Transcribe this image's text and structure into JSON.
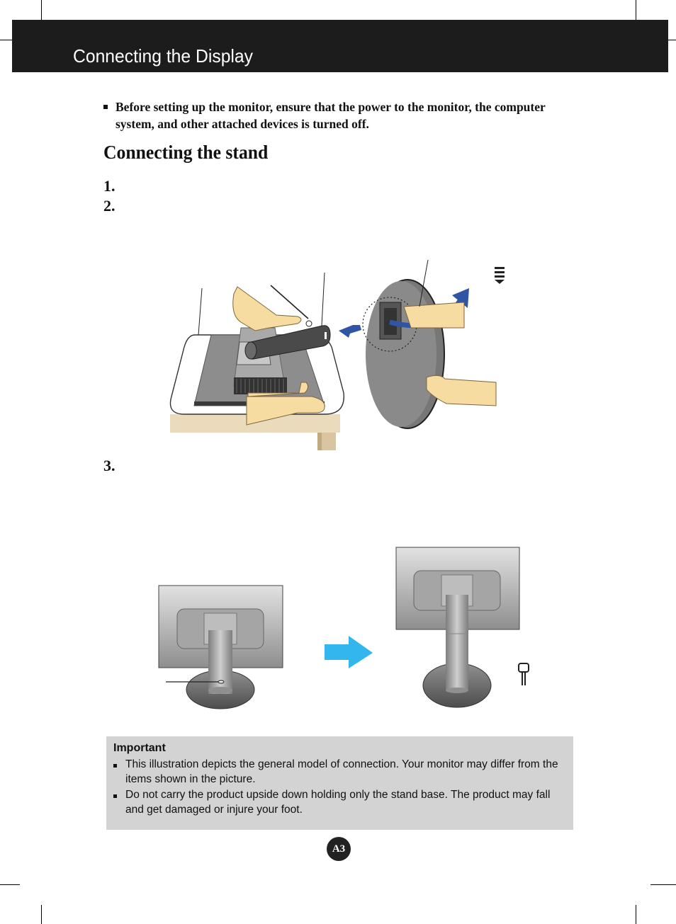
{
  "header": {
    "title": "Connecting the Display"
  },
  "intro": {
    "text": "Before setting up the monitor, ensure that the power to the monitor, the computer system, and other attached devices is turned off."
  },
  "section": {
    "title": "Connecting the stand"
  },
  "steps": [
    {
      "number": "1.",
      "text": ""
    },
    {
      "number": "2.",
      "text": ""
    },
    {
      "number": "3.",
      "text": ""
    }
  ],
  "important": {
    "title": "Important",
    "items": [
      "This illustration depicts the general model of connection. Your monitor may differ from the items shown in the picture.",
      "Do not carry the product upside down holding only the stand base. The product may fall and get damaged or injure your foot."
    ]
  },
  "page": {
    "number": "A3"
  },
  "colors": {
    "header_bg": "#1c1c1c",
    "important_bg": "#d3d3d3",
    "arrow_blue": "#2f55a4",
    "arrow_light_blue": "#33b6ee",
    "skin": "#f6dca0"
  }
}
